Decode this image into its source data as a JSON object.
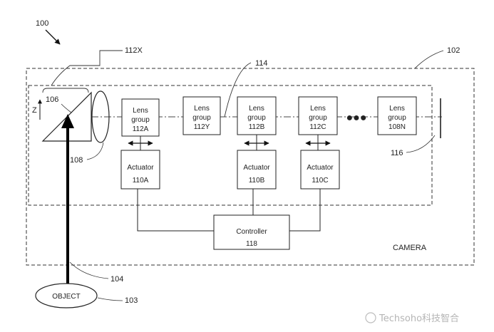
{
  "figure": {
    "ref_main": "100",
    "camera_ref": "102",
    "object_ref": "103",
    "axis_ref": "104",
    "prism_ref": "106",
    "lens_ref": "108",
    "optical_axis_ref": "114",
    "sensor_ref": "116",
    "group_x_ref": "112X",
    "z_label": "Z",
    "camera_label": "CAMERA",
    "object_label": "OBJECT",
    "controller_title": "Controller",
    "controller_ref": "118",
    "ellipsis": "●●●"
  },
  "lens_groups": [
    {
      "line1": "Lens",
      "line2": "group",
      "line3": "112A"
    },
    {
      "line1": "Lens",
      "line2": "group",
      "line3": "112Y"
    },
    {
      "line1": "Lens",
      "line2": "group",
      "line3": "112B"
    },
    {
      "line1": "Lens",
      "line2": "group",
      "line3": "112C"
    },
    {
      "line1": "Lens",
      "line2": "group",
      "line3": "108N"
    }
  ],
  "actuators": [
    {
      "title": "Actuator",
      "ref": "110A"
    },
    {
      "title": "Actuator",
      "ref": "110B"
    },
    {
      "title": "Actuator",
      "ref": "110C"
    }
  ],
  "watermark": "Techsoho科技智合"
}
